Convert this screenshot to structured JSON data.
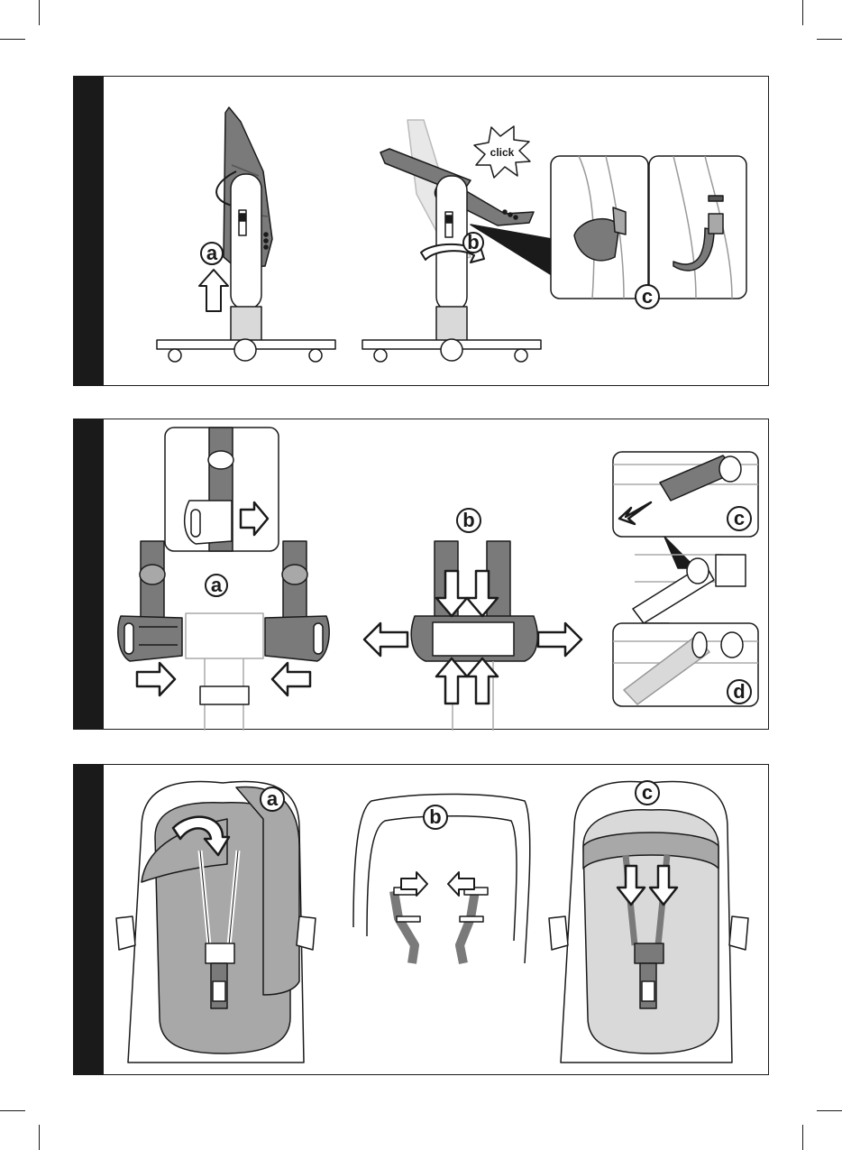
{
  "panel1": {
    "labels": {
      "a": "a",
      "b": "b",
      "c": "c"
    },
    "burst_text": "click"
  },
  "panel2": {
    "labels": {
      "a": "a",
      "b": "b",
      "c": "c",
      "d": "d"
    }
  },
  "panel3": {
    "labels": {
      "a": "a",
      "b": "b",
      "c": "c"
    }
  },
  "colors": {
    "ink": "#1a1a1a",
    "dark_gray": "#7a7a7a",
    "mid_gray": "#a8a8a8",
    "light_gray": "#d9d9d9",
    "sidebar": "#1a1a1a"
  }
}
